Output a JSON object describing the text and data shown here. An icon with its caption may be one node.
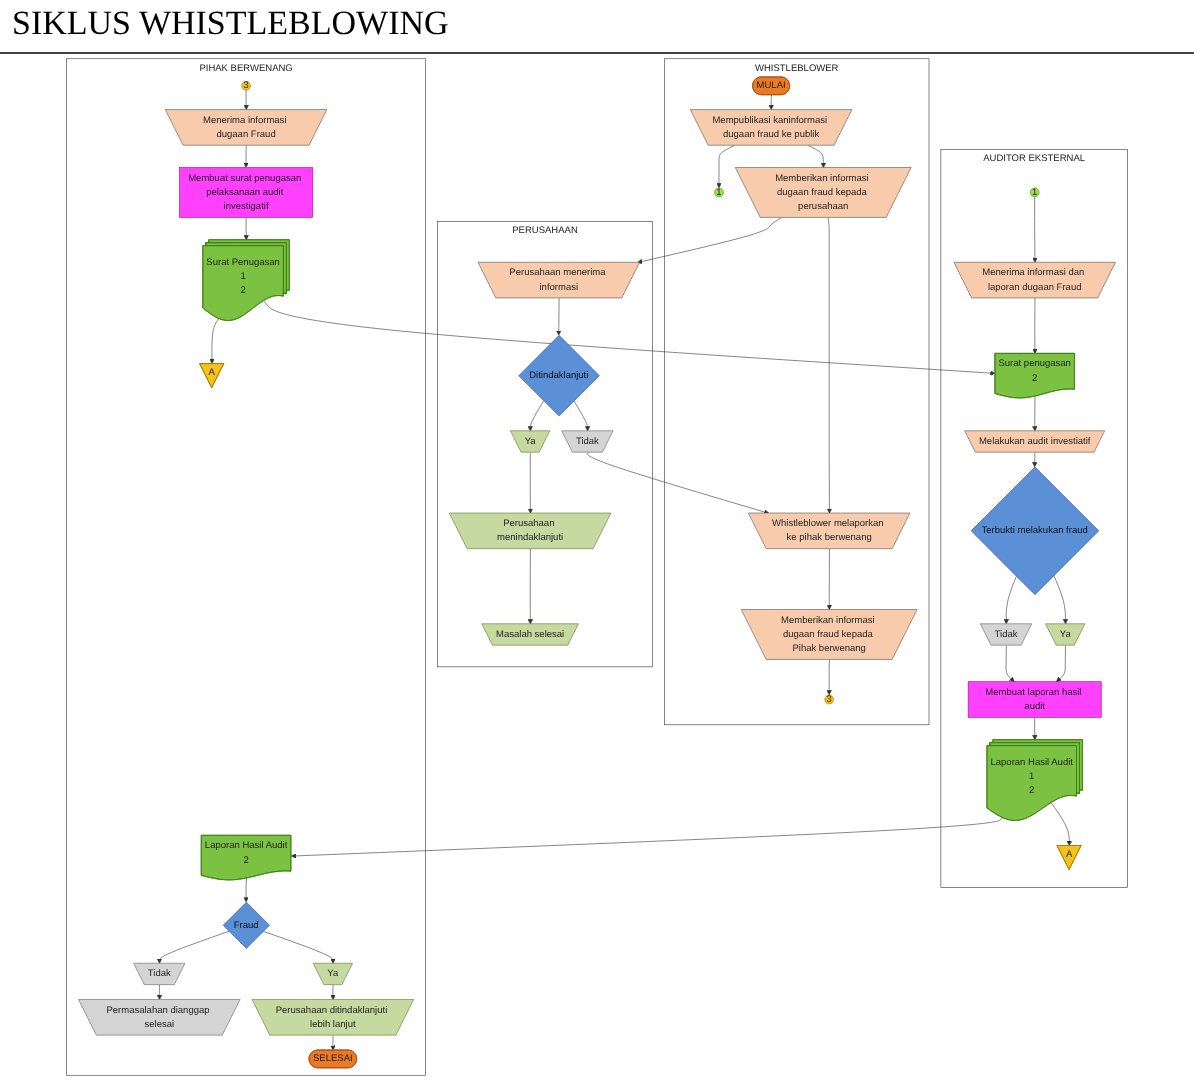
{
  "diagram": {
    "title": "SIKLUS WHISTLEBLOWING",
    "nodes": [
      {
        "text": [
          "WHISTLEBLOWER"
        ]
      },
      {
        "text": [
          "PERUSAHAAN"
        ]
      },
      {
        "text": [
          "AUDITOR EKSTERNAL"
        ]
      },
      {
        "text": [
          "PIHAK BERWENANG"
        ]
      },
      {
        "text": [
          "MULAI"
        ],
        "in": 0
      },
      {
        "text": [
          "Mempublikasi kaninformasi dugaan fraud ke publik"
        ],
        "in": 0
      },
      {
        "text": [
          "1"
        ],
        "in": 0
      },
      {
        "text": [
          "Memberikan informasi dugaan fraud kepada perusahaan"
        ],
        "in": 0
      },
      {
        "text": [
          "Whistleblower melaporkan ke pihak berwenang"
        ],
        "in": 0
      },
      {
        "text": [
          "Memberikan informasi dugaan fraud kepada Pihak berwenang"
        ],
        "in": 0
      },
      {
        "text": [
          "3"
        ],
        "in": 0
      },
      {
        "text": [
          "Perusahaan menerima informasi"
        ],
        "in": 1
      },
      {
        "text": [
          "Ditindaklanjuti"
        ],
        "in": 1
      },
      {
        "text": [
          "Tidak"
        ],
        "in": 1
      },
      {
        "text": [
          "Ya"
        ],
        "in": 1
      },
      {
        "text": [
          "Perusahaan menindaklanjuti"
        ],
        "in": 1
      },
      {
        "text": [
          "Masalah selesai"
        ],
        "in": 1
      },
      {
        "text": [
          "1"
        ],
        "in": 2
      },
      {
        "text": [
          "Menerima informasi dan laporan dugaan Fraud"
        ],
        "in": 2
      },
      {
        "text": [
          "Surat penugasan",
          "2"
        ],
        "in": 2
      },
      {
        "text": [
          "Melakukan audit investiatif"
        ],
        "in": 2
      },
      {
        "text": [
          "Terbukti melakukan fraud"
        ],
        "in": 2
      },
      {
        "text": [
          "Tidak"
        ],
        "in": 2
      },
      {
        "text": [
          "Ya"
        ],
        "in": 2
      },
      {
        "text": [
          "Membuat laporan hasil audit"
        ],
        "in": 2
      },
      {
        "text": [
          "Laporan Hasil Audit",
          "1",
          "2"
        ],
        "in": 2
      },
      {
        "text": [
          "A"
        ],
        "in": 2
      },
      {
        "text": [
          "3"
        ],
        "in": 3
      },
      {
        "text": [
          "Menerima informasi dugaan Fraud"
        ],
        "in": 3
      },
      {
        "text": [
          "Membuat surat penugasan pelaksanaan audit investigatif"
        ],
        "in": 3
      },
      {
        "text": [
          "Surat Penugasan",
          "1",
          "2"
        ],
        "in": 3
      },
      {
        "text": [
          "A"
        ],
        "in": 3
      },
      {
        "text": [
          "Laporan Hasil Audit",
          "2"
        ],
        "in": 3
      },
      {
        "text": [
          "Fraud"
        ],
        "in": 3
      },
      {
        "text": [
          "Tidak"
        ],
        "in": 3
      },
      {
        "text": [
          "Ya"
        ],
        "in": 3
      },
      {
        "text": [
          "Permasalahan dianggap selesai"
        ],
        "in": 3
      },
      {
        "text": [
          "Perusahaan ditindaklanjuti lebih lanjut"
        ],
        "in": 3
      },
      {
        "text": [
          "SELESAI"
        ],
        "in": 3
      }
    ],
    "edges": [
      {
        "from": 4,
        "to": 5,
        "arrow": "to"
      },
      {
        "from": 5,
        "to": 6,
        "arrow": "to"
      },
      {
        "from": 5,
        "to": 7,
        "arrow": "to"
      },
      {
        "from": 7,
        "to": 11,
        "arrow": "to"
      },
      {
        "from": 7,
        "to": 8,
        "arrow": "to"
      },
      {
        "from": 11,
        "to": 12,
        "arrow": "to"
      },
      {
        "from": 12,
        "to": 13,
        "arrow": "to"
      },
      {
        "from": 12,
        "to": 14,
        "arrow": "to"
      },
      {
        "from": 13,
        "to": 8,
        "arrow": "to"
      },
      {
        "from": 14,
        "to": 15,
        "arrow": "to"
      },
      {
        "from": 15,
        "to": 16,
        "arrow": "to"
      },
      {
        "from": 8,
        "to": 9,
        "arrow": "to"
      },
      {
        "from": 9,
        "to": 10,
        "arrow": "to"
      },
      {
        "from": 17,
        "to": 18,
        "arrow": "to"
      },
      {
        "from": 18,
        "to": 19,
        "arrow": "to"
      },
      {
        "from": 19,
        "to": 20,
        "arrow": "to"
      },
      {
        "from": 20,
        "to": 21,
        "arrow": "to"
      },
      {
        "from": 21,
        "to": 22,
        "arrow": "to"
      },
      {
        "from": 21,
        "to": 23,
        "arrow": "to"
      },
      {
        "from": 22,
        "to": 24,
        "arrow": "to"
      },
      {
        "from": 23,
        "to": 24,
        "arrow": "to"
      },
      {
        "from": 24,
        "to": 25,
        "arrow": "to"
      },
      {
        "from": 25,
        "to": 26,
        "arrow": "to"
      },
      {
        "from": 25,
        "to": 32,
        "arrow": "to"
      },
      {
        "from": 27,
        "to": 28,
        "arrow": "to"
      },
      {
        "from": 28,
        "to": 29,
        "arrow": "to"
      },
      {
        "from": 29,
        "to": 30,
        "arrow": "to"
      },
      {
        "from": 30,
        "to": 19,
        "arrow": "to"
      },
      {
        "from": 30,
        "to": 31,
        "arrow": "to"
      },
      {
        "from": 32,
        "to": 33,
        "arrow": "to"
      },
      {
        "from": 33,
        "to": 34,
        "arrow": "to"
      },
      {
        "from": 33,
        "to": 35,
        "arrow": "to"
      },
      {
        "from": 34,
        "to": 36,
        "arrow": "to"
      },
      {
        "from": 35,
        "to": 37,
        "arrow": "to"
      },
      {
        "from": 37,
        "to": 38,
        "arrow": "to"
      }
    ]
  }
}
